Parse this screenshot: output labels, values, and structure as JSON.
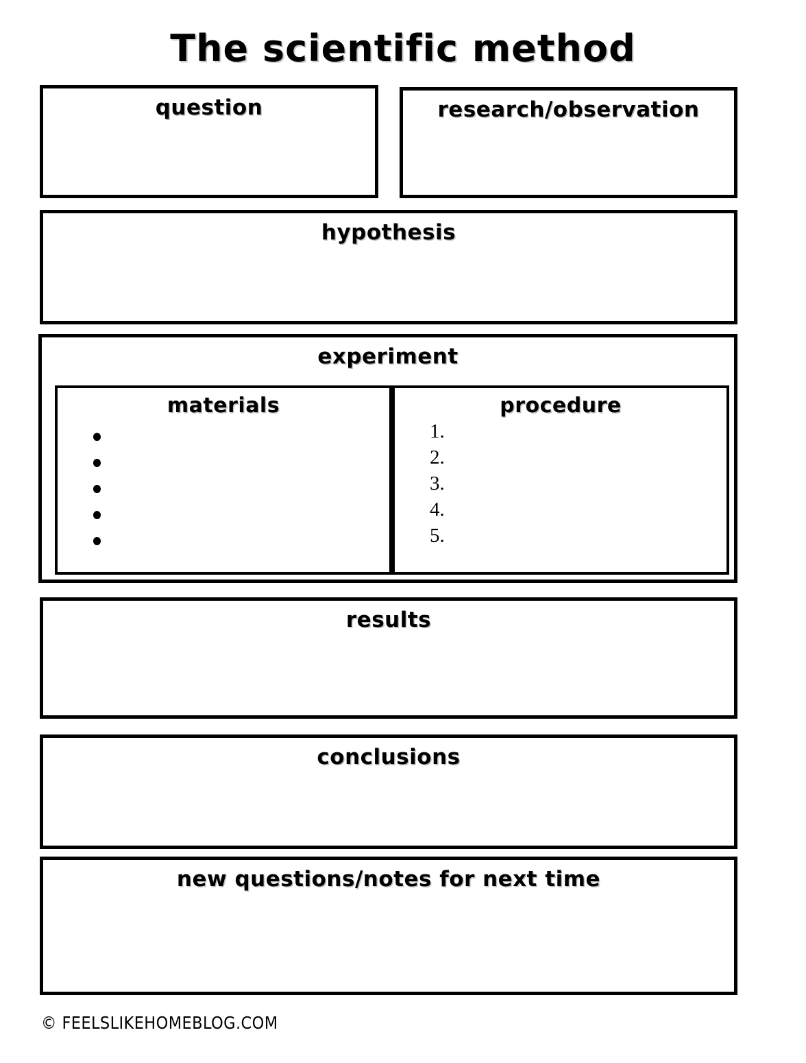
{
  "document": {
    "title": "The scientific method",
    "page_background": "#ffffff",
    "ink_color": "#000000"
  },
  "sections": {
    "question": {
      "heading": "question"
    },
    "research": {
      "heading": "research/observation"
    },
    "hypothesis": {
      "heading": "hypothesis"
    },
    "experiment": {
      "heading": "experiment",
      "materials": {
        "heading": "materials",
        "bullet_count": 5,
        "bullets": [
          "",
          "",
          "",
          "",
          ""
        ]
      },
      "procedure": {
        "heading": "procedure",
        "items": [
          "1.",
          "2.",
          "3.",
          "4.",
          "5."
        ]
      }
    },
    "results": {
      "heading": "results"
    },
    "conclusions": {
      "heading": "conclusions"
    },
    "new_questions": {
      "heading": "new questions/notes for next time"
    }
  },
  "footer": {
    "credit": "© FEELSLIKEHOMEBLOG.COM"
  }
}
